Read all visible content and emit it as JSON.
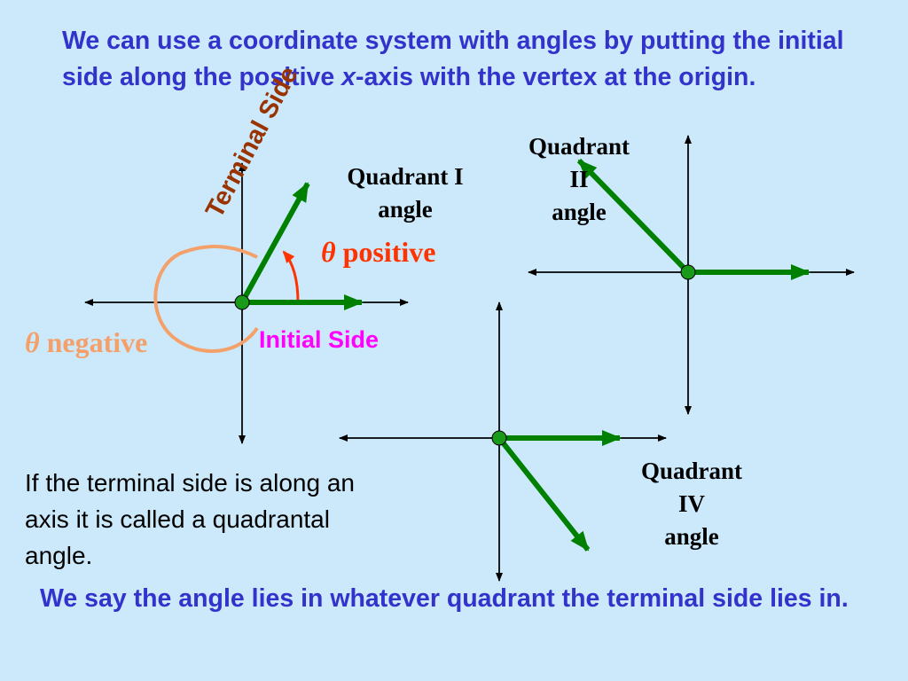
{
  "intro": {
    "part1": "We can use a coordinate system with angles by putting the initial side along the positive ",
    "var": "x",
    "part2": "-axis with the vertex at the origin."
  },
  "labels": {
    "terminal_side": "Terminal Side",
    "initial_side": "Initial Side",
    "quadrant1": [
      "Quadrant I",
      "angle"
    ],
    "quadrant2": [
      "Quadrant",
      "II",
      "angle"
    ],
    "quadrant4": [
      "Quadrant",
      "IV",
      "angle"
    ],
    "theta": "θ",
    "positive": "positive",
    "negative": "negative"
  },
  "note": "If the terminal side is along an axis it is called a quadrantal angle.",
  "closing": "We say the angle lies in whatever quadrant the terminal side lies in.",
  "colors": {
    "background": "#cce9fb",
    "heading_text": "#3333cc",
    "ray": "#008000",
    "vertex": "#1a9a1a",
    "terminal_label": "#993300",
    "initial_label": "#ff00ff",
    "positive": "#ff3300",
    "negative": "#f4a06a"
  }
}
